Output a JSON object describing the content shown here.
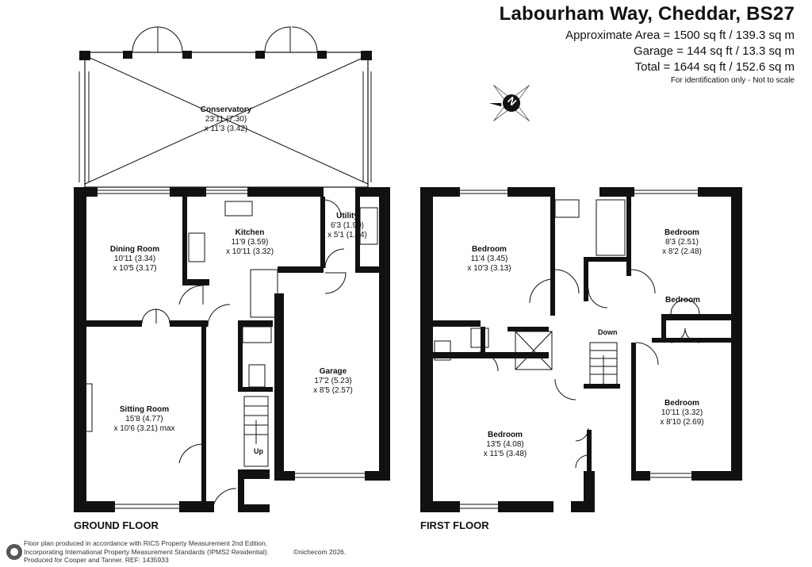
{
  "header": {
    "title": "Labourham Way, Cheddar, BS27",
    "area_lines": [
      "Approximate Area = 1500 sq ft / 139.3 sq m",
      "Garage = 144 sq ft / 13.3 sq m",
      "Total = 1644 sq ft / 152.6 sq m"
    ],
    "note": "For identification only - Not to scale"
  },
  "compass": {
    "letter": "N",
    "icon": "compass-icon"
  },
  "floors": {
    "ground": {
      "label": "GROUND FLOOR",
      "rooms": [
        {
          "name": "Conservatory",
          "dims": [
            "23'11 (7.30)",
            "x 11'3 (3.42)"
          ]
        },
        {
          "name": "Dining Room",
          "dims": [
            "10'11 (3.34)",
            "x 10'5 (3.17)"
          ]
        },
        {
          "name": "Kitchen",
          "dims": [
            "11'9 (3.59)",
            "x 10'11 (3.32)"
          ]
        },
        {
          "name": "Utility",
          "dims": [
            "6'3 (1.90)",
            "x 5'1 (1.54)"
          ]
        },
        {
          "name": "Sitting Room",
          "dims": [
            "15'8 (4.77)",
            "x 10'6 (3.21) max"
          ]
        },
        {
          "name": "Garage",
          "dims": [
            "17'2 (5.23)",
            "x 8'5 (2.57)"
          ]
        }
      ],
      "stair_label": "Up"
    },
    "first": {
      "label": "FIRST FLOOR",
      "rooms": [
        {
          "name": "Bedroom",
          "dims": [
            "11'4 (3.45)",
            "x 10'3 (3.13)"
          ]
        },
        {
          "name": "Bedroom",
          "dims": [
            "8'3 (2.51)",
            "x 8'2 (2.48)"
          ]
        },
        {
          "name": "Bedroom",
          "dims": []
        },
        {
          "name": "Bedroom",
          "dims": [
            "13'5 (4.08)",
            "x 11'5 (3.48)"
          ]
        },
        {
          "name": "Bedroom",
          "dims": [
            "10'11 (3.32)",
            "x 8'10 (2.69)"
          ]
        }
      ],
      "stair_label": "Down"
    }
  },
  "footer": {
    "lines": [
      "Floor plan produced in accordance with RICS Property Measurement 2nd Edition,",
      "Incorporating International Property Measurement Standards (IPMS2 Residential).",
      "Produced for Cooper and Tanner.   REF:  1435933"
    ],
    "brand": "©nichecom 2026."
  },
  "colors": {
    "wall": "#111111",
    "window": "#ffffff",
    "text": "#111111"
  }
}
